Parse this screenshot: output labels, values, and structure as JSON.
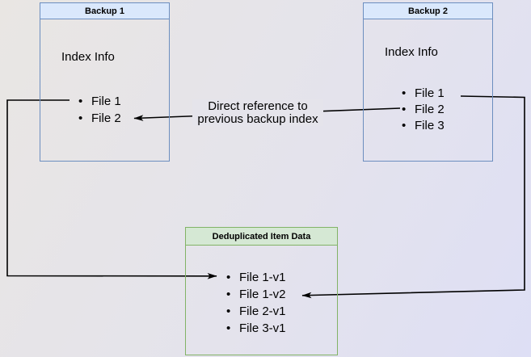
{
  "diagram": {
    "backup1": {
      "title": "Backup 1",
      "section_label": "Index Info",
      "items": [
        "File 1",
        "File 2"
      ]
    },
    "backup2": {
      "title": "Backup 2",
      "section_label": "Index Info",
      "items": [
        "File 1",
        "File 2",
        "File 3"
      ]
    },
    "dedup": {
      "title": "Deduplicated Item Data",
      "items": [
        "File 1-v1",
        "File 1-v2",
        "File 2-v1",
        "File 3-v1"
      ]
    },
    "edge_label": {
      "line1": "Direct reference to",
      "line2": "previous backup index"
    },
    "colors": {
      "blue_border": "#6c8ebf",
      "blue_header_fill": "#dae8fc",
      "green_border": "#82b366",
      "green_header_fill": "#d5e8d4",
      "arrow": "#000000",
      "text": "#000000"
    }
  }
}
